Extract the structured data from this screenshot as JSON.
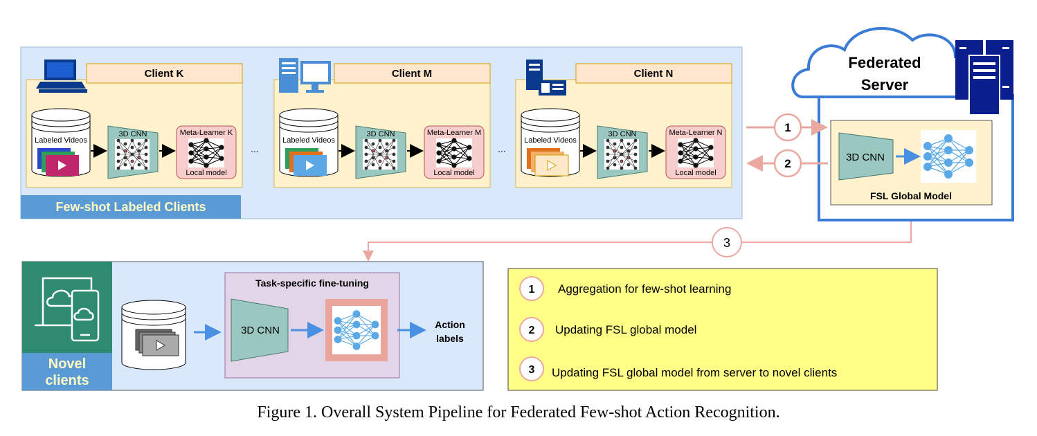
{
  "clients": [
    {
      "title": "Client K",
      "videos_label": "Labeled Videos",
      "cnn_label": "3D CNN",
      "meta_label": "Meta-Learner K",
      "local_label": "Local model"
    },
    {
      "title": "Client M",
      "videos_label": "Labeled Videos",
      "cnn_label": "3D CNN",
      "meta_label": "Meta-Learner M",
      "local_label": "Local model"
    },
    {
      "title": "Client N",
      "videos_label": "Labeled Videos",
      "cnn_label": "3D CNN",
      "meta_label": "Meta-Learner N",
      "local_label": "Local model"
    }
  ],
  "ellipsis": "...",
  "few_shot_label": "Few-shot Labeled Clients",
  "server": {
    "title_line1": "Federated",
    "title_line2": "Server",
    "cnn_label": "3D CNN",
    "global_label": "FSL Global Model"
  },
  "steps": {
    "one": "1",
    "two": "2",
    "three": "3"
  },
  "novel": {
    "line1": "Novel",
    "line2": "clients",
    "finetune_title": "Task-specific fine-tuning",
    "cnn_label": "3D CNN",
    "action_line1": "Action",
    "action_line2": "labels"
  },
  "legend": [
    {
      "num": "1",
      "text": "Aggregation for few-shot learning"
    },
    {
      "num": "2",
      "text": "Updating FSL global model"
    },
    {
      "num": "3",
      "text": "Updating FSL global model from server to novel clients"
    }
  ],
  "caption": "Figure 1. Overall System Pipeline for Federated Few-shot Action Recognition.",
  "colors": {
    "client_bg": "#dae8fc",
    "client_panel": "#fff2cc",
    "title_bar": "#ffe6cc",
    "cnn": "#9ac7bf",
    "meta": "#f8cecc",
    "accent_arrow": "#4a90e2",
    "pink_arrow": "#eaa8a0",
    "legend_bg": "#ffff88",
    "novel_icon": "#2e8b6f",
    "finetune_bg": "#e1d5e7",
    "server_border": "#3a7bd5"
  }
}
